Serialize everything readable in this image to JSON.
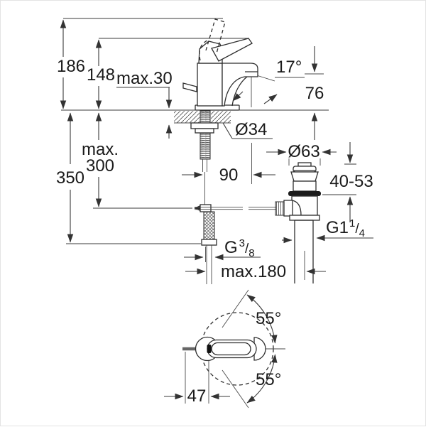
{
  "drawing": {
    "side_view": {
      "labels": {
        "height_total": "186",
        "height_to_lever": "148",
        "deck_thickness_max": "max.30",
        "spout_angle": "17°",
        "spout_height": "76",
        "mounting_hole_dia": "Ø34",
        "hose_max_line1": "max.",
        "hose_max_line2": "300",
        "supply_length": "350",
        "spout_reach": "90",
        "waste_dia": "Ø63",
        "waste_height_range": "40-53",
        "waste_thread_base": "G1",
        "waste_thread_sup": "1",
        "waste_thread_slash": "/",
        "waste_thread_sub": "4",
        "supply_thread_base": "G",
        "supply_thread_sup": "3",
        "supply_thread_slash": "/",
        "supply_thread_sub": "8",
        "rod_reach_max": "max.180"
      }
    },
    "plan_view": {
      "labels": {
        "swivel_angle_top": "55°",
        "swivel_angle_bottom": "55°",
        "rod_offset": "47"
      }
    },
    "colors": {
      "line": "#2e2e2e",
      "dimension_line": "#3a3a3a",
      "text": "#1a1a1a",
      "background": "#ffffff"
    }
  }
}
